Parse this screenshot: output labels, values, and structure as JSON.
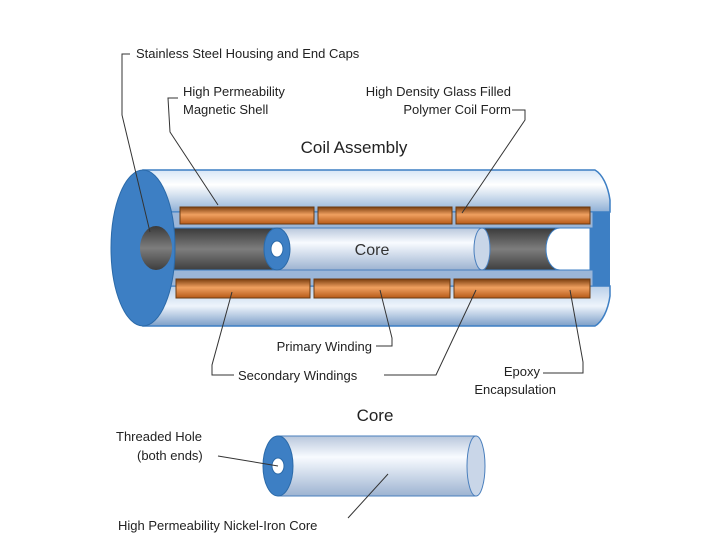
{
  "labels": {
    "housing": "Stainless Steel Housing and End Caps",
    "shell_line1": "High Permeability",
    "shell_line2": "Magnetic Shell",
    "coilform_line1": "High Density Glass Filled",
    "coilform_line2": "Polymer Coil Form",
    "assembly_title": "Coil Assembly",
    "core_inside": "Core",
    "primary": "Primary Winding",
    "secondary": "Secondary Windings",
    "epoxy_line1": "Epoxy",
    "epoxy_line2": "Encapsulation",
    "core_title": "Core",
    "threaded_line1": "Threaded Hole",
    "threaded_line2": "(both ends)",
    "nickel": "High Permeability Nickel-Iron Core"
  },
  "colors": {
    "housing_blue": "#3d7fc4",
    "winding_orange": "#d2691e",
    "core_silver": "#dfe7f2",
    "interior_gray": "#5a5a5a"
  }
}
